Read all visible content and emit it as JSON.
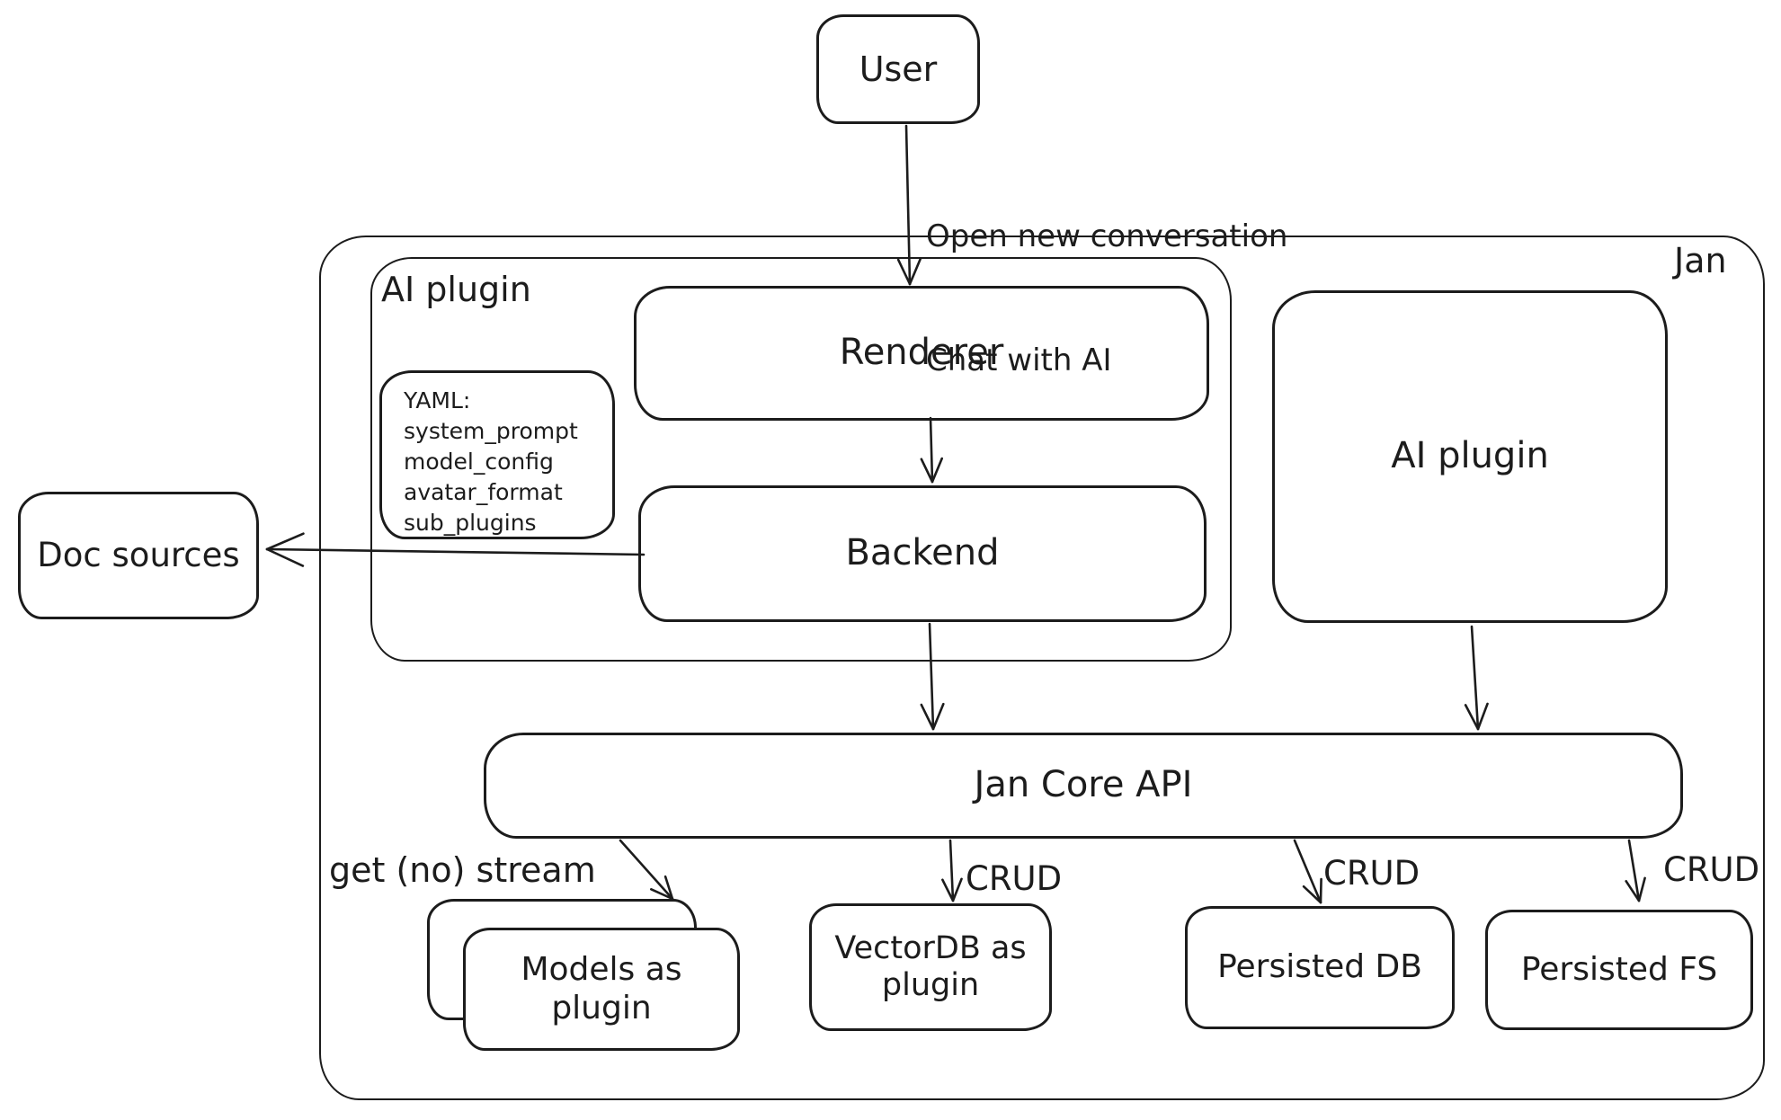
{
  "colors": {
    "stroke": "#1c1c1c",
    "background": "#ffffff"
  },
  "diagram": {
    "user": {
      "label": "User"
    },
    "user_flow": {
      "line1": "Open new conversation",
      "line2": "Chat with AI"
    },
    "jan": {
      "label": "Jan"
    },
    "ai_plugin_container": {
      "label": "AI plugin"
    },
    "renderer": {
      "label": "Renderer"
    },
    "backend": {
      "label": "Backend"
    },
    "yaml_note": {
      "title": "YAML:",
      "items": [
        "system_prompt",
        "model_config",
        "avatar_format",
        "sub_plugins"
      ]
    },
    "doc_sources": {
      "label": "Doc sources"
    },
    "ai_plugin_box": {
      "label": "AI plugin"
    },
    "jan_core_api": {
      "label": "Jan Core API"
    },
    "edge_labels": {
      "get_no_stream": "get (no) stream",
      "crud": [
        "CRUD",
        "CRUD",
        "CRUD"
      ]
    },
    "models_plugin": {
      "label": "Models as plugin"
    },
    "vectordb_plugin": {
      "label": "VectorDB as plugin"
    },
    "persisted_db": {
      "label": "Persisted DB"
    },
    "persisted_fs": {
      "label": "Persisted FS"
    }
  }
}
